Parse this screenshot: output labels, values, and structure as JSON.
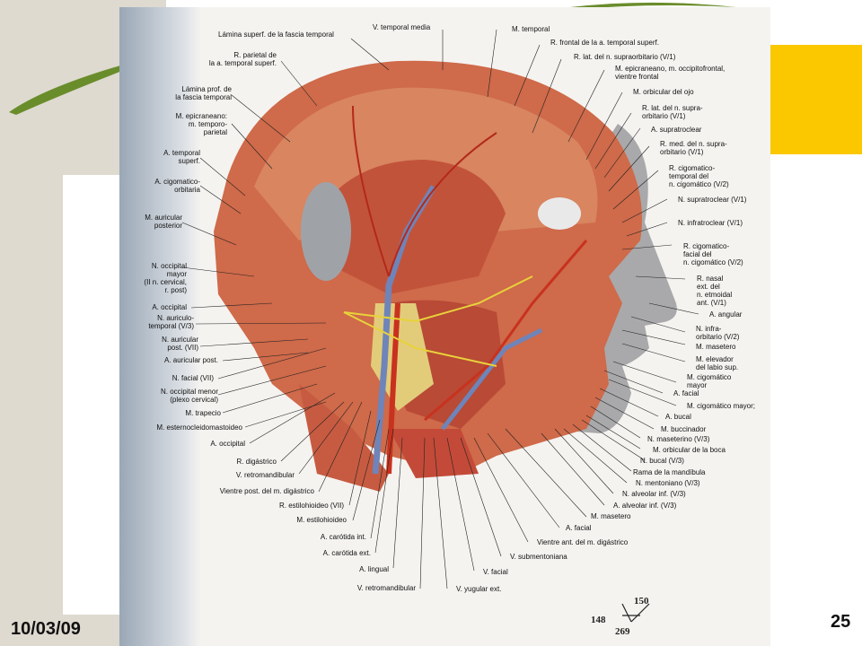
{
  "slide": {
    "date": "10/03/09",
    "page_number": "25",
    "accent_color": "#fbc800",
    "swoosh_color": "#6a8d2c"
  },
  "figure": {
    "labels_left": [
      "Lámina superf. de la fascia temporal",
      "R. parietal de\nla a. temporal superf.",
      "Lámina prof. de\nla fascia temporal",
      "M. epicraneano:\nm. temporo-\nparietal",
      "A. temporal\nsuperf.",
      "A. cigomatico-\norbitaria",
      "M. auricular\nposterior",
      "N. occipital\nmayor\n(II n. cervical,\nr. post)",
      "A. occipital",
      "N. auriculo-\ntemporal (V/3)",
      "N. auricular\npost. (VII)",
      "A. auricular post.",
      "N. facial (VII)",
      "N. occipital menor\n(plexo cervical)",
      "M. trapecio",
      "M. esternocleidomastoideo"
    ],
    "labels_bottom": [
      "A. occipital",
      "R. digástrico",
      "V. retromandibular",
      "Vientre post. del m. digástrico",
      "R. estilohioideo (VII)",
      "M. estilohioideo",
      "A. carótida int.",
      "A. carótida ext.",
      "A. lingual",
      "V. retromandibular",
      "V. yugular ext.",
      "V. facial",
      "V. submentoniana",
      "Vientre ant. del m. digástrico",
      "A. facial",
      "M. masetero"
    ],
    "labels_right": [
      "V. temporal media",
      "M. temporal",
      "R. frontal de la a. temporal superf.",
      "R. lat. del n. supraorbitario (V/1)",
      "M. epicraneano, m. occipitofrontal,\nvientre frontal",
      "M. orbicular del ojo",
      "R. lat. del n. supra-\norbitario (V/1)",
      "A. supratroclear",
      "R. med. del n. supra-\norbitario (V/1)",
      "R. cigomatico-\ntemporal del\nn. cigomático (V/2)",
      "N. supratroclear (V/1)",
      "N. infratroclear (V/1)",
      "R. cigomatico-\nfacial del\nn. cigomático (V/2)",
      "R. nasal\next. del\nn. etmoidal\nant. (V/1)",
      "A. angular",
      "N. infra-\norbitario (V/2)",
      "M. masetero",
      "M. elevador\ndel labio sup.",
      "M. cigomático\nmayor",
      "A. facial",
      "M. cigomático mayor;",
      "A. bucal",
      "M. buccinador",
      "N. maseterino (V/3)",
      "M. orbicular de la boca",
      "N. bucal (V/3)",
      "Rama de la mandíbula",
      "N. mentoniano (V/3)",
      "N. alveolar inf. (V/3)",
      "A. alveolar inf. (V/3)"
    ],
    "scale_numbers": [
      "150",
      "148",
      "269"
    ]
  }
}
